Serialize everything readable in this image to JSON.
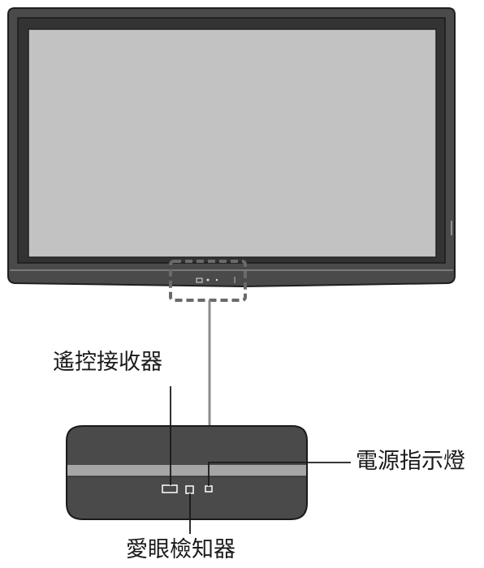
{
  "labels": {
    "remote_receiver": "遙控接收器",
    "power_indicator": "電源指示燈",
    "eco_sensor": "愛眼檢知器"
  },
  "colors": {
    "bezel": "#3a3a3a",
    "screen": "#c2c2c2",
    "panel_detail": "#9a9a9a",
    "leader_line": "#555555"
  }
}
